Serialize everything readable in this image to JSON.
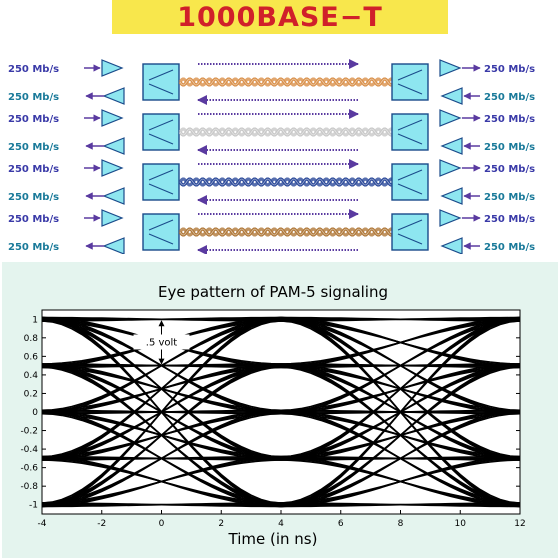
{
  "title": "1000BASE−T",
  "pairs": [
    {
      "rate_tx_left": "250 Mb/s",
      "rate_rx_left": "250 Mb/s",
      "rate_tx_right": "250 Mb/s",
      "rate_rx_right": "250 Mb/s",
      "color": "#d9904a"
    },
    {
      "rate_tx_left": "250 Mb/s",
      "rate_rx_left": "250 Mb/s",
      "rate_tx_right": "250 Mb/s",
      "rate_rx_right": "250 Mb/s",
      "color": "#c8c8c8"
    },
    {
      "rate_tx_left": "250 Mb/s",
      "rate_rx_left": "250 Mb/s",
      "rate_tx_right": "250 Mb/s",
      "rate_rx_right": "250 Mb/s",
      "color": "#2c4a9a"
    },
    {
      "rate_tx_left": "250 Mb/s",
      "rate_rx_left": "250 Mb/s",
      "rate_tx_right": "250 Mb/s",
      "rate_rx_right": "250 Mb/s",
      "color": "#b07838"
    }
  ],
  "colors": {
    "title_bg": "#f8e74c",
    "title_text": "#d0202a",
    "rate_tx": "#3a3aa8",
    "rate_rx": "#1a7a9a",
    "box_fill": "#8ee6f0",
    "arrow_line": "#5a3aa0",
    "panel_bg": "#e4f4ee"
  },
  "chart_data": {
    "type": "line",
    "title": "Eye pattern of PAM-5 signaling",
    "xlabel": "Time (in ns)",
    "ylabel": "",
    "xlim": [
      -4,
      12
    ],
    "ylim": [
      -1.1,
      1.1
    ],
    "xticks": [
      -4,
      -2,
      0,
      2,
      4,
      6,
      8,
      10,
      12
    ],
    "yticks": [
      1,
      0.8,
      0.6,
      0.4,
      0.2,
      0,
      -0.2,
      -0.4,
      -0.6,
      -0.8,
      -1
    ],
    "levels": [
      -1,
      -0.5,
      0,
      0.5,
      1
    ],
    "symbol_period_ns": 8,
    "eye_centers_ns": [
      0,
      8
    ],
    "annotation": {
      "text": ".5 volt",
      "x": 0,
      "y_from": 0.5,
      "y_to": 1
    }
  }
}
